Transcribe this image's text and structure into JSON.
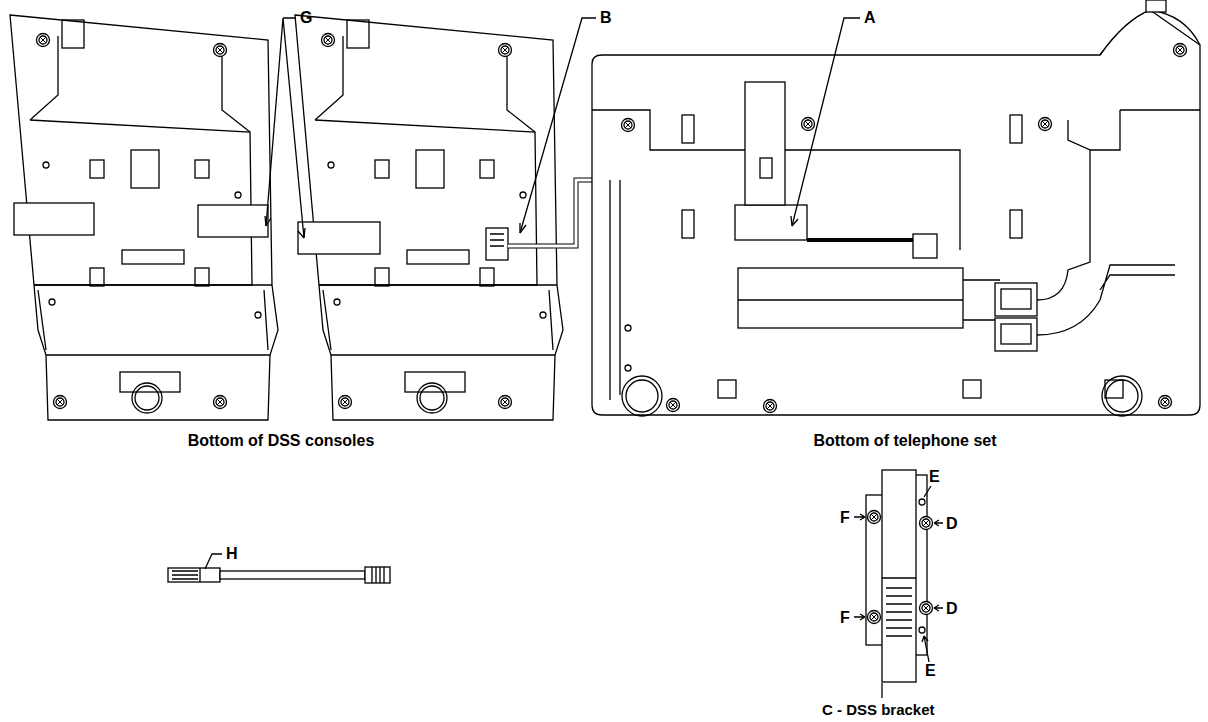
{
  "diagram": {
    "labels": [
      "G",
      "B",
      "A",
      "Bottom of DSS consoles",
      "Bottom of telephone set",
      "H",
      "E",
      "F",
      "D",
      "F",
      "D",
      "E",
      "C - DSS bracket"
    ]
  }
}
